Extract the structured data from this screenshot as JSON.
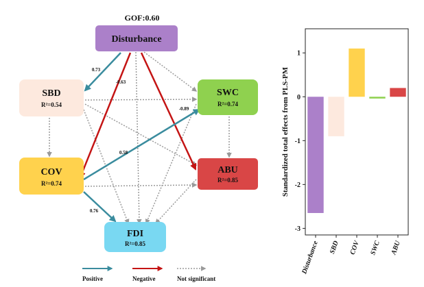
{
  "diagram": {
    "gof": "GOF:0.60",
    "nodes": {
      "disturbance": {
        "label": "Disturbance",
        "r2": "",
        "color": "#ab80c9"
      },
      "sbd": {
        "label": "SBD",
        "r2": "R²=0.54",
        "color": "#fde9de"
      },
      "swc": {
        "label": "SWC",
        "r2": "R²=0.74",
        "color": "#8fd14f"
      },
      "cov": {
        "label": "COV",
        "r2": "R²=0.74",
        "color": "#ffd24d"
      },
      "abu": {
        "label": "ABU",
        "r2": "R²=0.85",
        "color": "#d94646"
      },
      "fdi": {
        "label": "FDI",
        "r2": "R²=0.85",
        "color": "#79d8f2"
      }
    },
    "path_labels": {
      "dist_sbd": "0.73",
      "dist_cov": "-0.63",
      "dist_abu": "-0.89",
      "cov_swc": "0.58",
      "cov_fdi": "0.76"
    },
    "legend": {
      "positive": "Positive",
      "negative": "Negative",
      "not_significant": "Not significant"
    },
    "colors": {
      "positive": "#3a8c9e",
      "negative": "#c41414",
      "not_significant": "#9a9a9a"
    }
  },
  "chart_data": {
    "type": "bar",
    "categories": [
      "Disturbance",
      "SBD",
      "COV",
      "SWC",
      "ABU"
    ],
    "values": [
      -2.65,
      -0.9,
      1.1,
      -0.04,
      0.2
    ],
    "colors": [
      "#ab80c9",
      "#fde9de",
      "#ffd24d",
      "#8fd14f",
      "#d94646"
    ],
    "ylabel": "Standardized total effects from PLS-PM",
    "ylim": [
      -3.15,
      1.55
    ],
    "yticks": [
      "1",
      "0",
      "-1",
      "-2",
      "-3"
    ]
  }
}
